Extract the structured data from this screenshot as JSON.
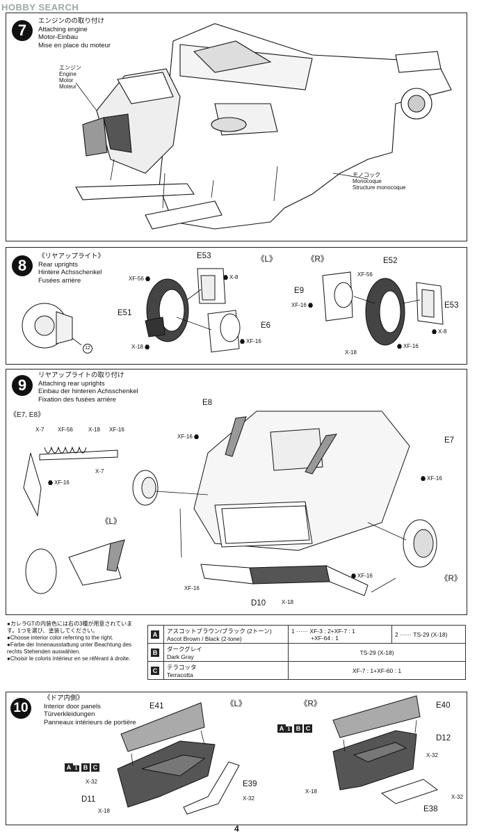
{
  "watermark": "HOBBY SEARCH",
  "page_number": "4",
  "step7": {
    "number": "7",
    "title_ja": "エンジンのの取り付け",
    "title_en": "Attaching engine",
    "title_de": "Motor-Einbau",
    "title_fr": "Mise en place du moteur",
    "engine_label": [
      "エンジン",
      "Engine",
      "Motor",
      "Moteur"
    ],
    "monocoque_label": [
      "モノコック",
      "Monocoque",
      "Structure monocoque"
    ]
  },
  "step8": {
    "number": "8",
    "title_ja": "《リヤアップライト》",
    "title_en": "Rear uprights",
    "title_de": "Hintere Achsschenkel",
    "title_fr": "Fusées arrière",
    "side_l": "《L》",
    "side_r": "《R》",
    "parts": {
      "e53_l": "E53",
      "e51": "E51",
      "e6": "E6",
      "e52": "E52",
      "e9": "E9",
      "e53_r": "E53"
    },
    "screws": {
      "xf56_l": "XF-56",
      "x8_l": "X-8",
      "x18_l": "X-18",
      "xf16_l": "XF-16",
      "xf56_r": "XF-56",
      "xf16_r1": "XF-16",
      "xf16_r2": "XF-16",
      "x8_r": "X-8",
      "x18_r": "X-18"
    },
    "ref": "12"
  },
  "step9": {
    "number": "9",
    "title_ja": "リヤアップライトの取り付け",
    "title_en": "Attaching rear uprights",
    "title_de": "Einbau der hinteren Achsschenkel",
    "title_fr": "Fixation des fusées arrière",
    "sub": "《E7, E8》",
    "shock_labels": {
      "x7a": "X-7",
      "xf56": "XF-56",
      "x18": "X-18",
      "xf16a": "XF-16",
      "x7b": "X-7",
      "xf16b": "XF-16"
    },
    "parts": {
      "e8": "E8",
      "e7": "E7",
      "d10": "D10"
    },
    "screws": {
      "xf16_1": "XF-16",
      "xf16_2": "XF-16",
      "xf16_3": "XF-16",
      "xf16_4": "XF-16",
      "x18": "X-18"
    },
    "side_l": "《L》",
    "side_r": "《R》"
  },
  "colors": {
    "note_ja": "●カレラGTの内装色には右の3種が用意されています。1つを選び、塗装してください。",
    "note_en": "●Choose interior color referring to the right.",
    "note_de": "●Farbe der Innenausstattung unter Beachtung des rechts Stehenden auswählen.",
    "note_fr": "●Choisir le coloris intérieur en se référant à droite.",
    "rows": [
      {
        "key": "A",
        "name_ja": "アスコットブラウン/ブラック (2トーン)",
        "name_en": "Ascot Brown / Black (2-tone)",
        "mix1": "1 ······ XF-3 : 2+XF-7 : 1",
        "mix1b": "+XF-64 : 1",
        "mix2": "2 ······ TS-29 (X-18)"
      },
      {
        "key": "B",
        "name_ja": "ダークグレイ",
        "name_en": "Dark Gray",
        "mix": "TS-29 (X-18)"
      },
      {
        "key": "C",
        "name_ja": "テラコッタ",
        "name_en": "Terracotta",
        "mix": "XF-7 : 1+XF-60 : 1"
      }
    ]
  },
  "step10": {
    "number": "10",
    "title_ja": "《ドア内側》",
    "title_en": "Interior door panels",
    "title_de": "Türverkleidungen",
    "title_fr": "Panneaux intérieurs de portière",
    "side_l": "《L》",
    "side_r": "《R》",
    "parts": {
      "e41": "E41",
      "e39": "E39",
      "d11": "D11",
      "e40": "E40",
      "d12": "D12",
      "e38": "E38"
    },
    "screws": {
      "x32_l1": "X-32",
      "x18_l": "X-18",
      "x32_l2": "X-32",
      "x32_r1": "X-32",
      "x18_r": "X-18",
      "x32_r2": "X-32"
    },
    "color_key": [
      "A",
      "1",
      "B",
      "C"
    ]
  }
}
